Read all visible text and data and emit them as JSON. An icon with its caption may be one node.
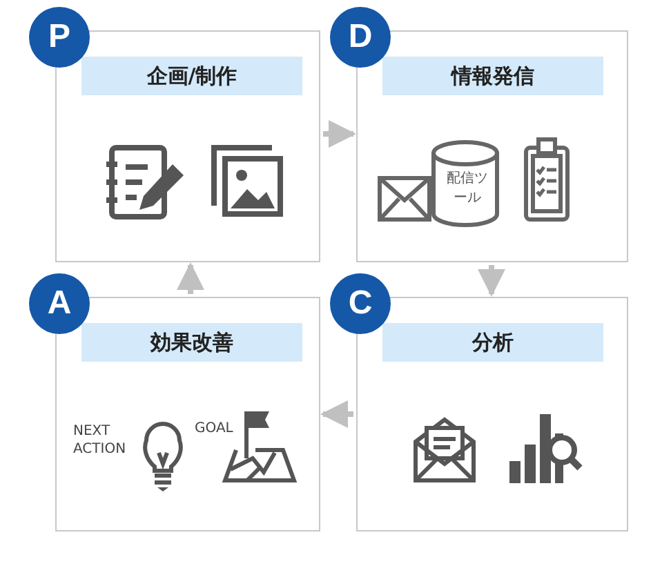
{
  "diagram": {
    "nodes": [
      {
        "text": [
          "P",
          "企画/制作"
        ]
      },
      {
        "text": [
          "D",
          "情報発信"
        ]
      },
      {
        "text": [
          "配信ツール"
        ],
        "in": 1
      },
      {
        "text": [
          "A",
          "効果改善"
        ]
      },
      {
        "text": [
          "C",
          "分析"
        ]
      }
    ],
    "edges": [
      {
        "from": 0,
        "to": 1,
        "arrow": "to"
      },
      {
        "from": 1,
        "to": 4,
        "arrow": "to"
      },
      {
        "from": 4,
        "to": 3,
        "arrow": "to"
      },
      {
        "from": 3,
        "to": 0,
        "arrow": "to"
      }
    ],
    "labels": [
      "NEXT ACTION",
      "GOAL"
    ]
  }
}
